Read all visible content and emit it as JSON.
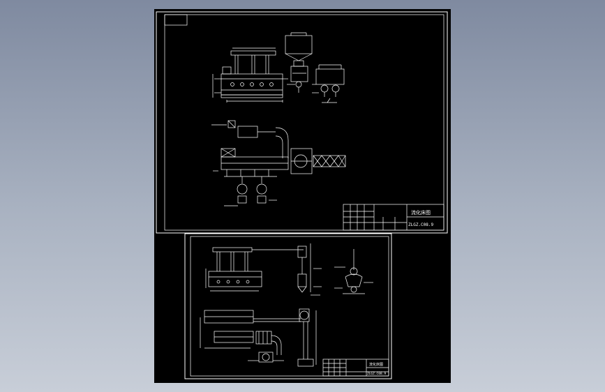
{
  "sheet_top": {
    "title_block": {
      "drawing_title": "流化床图",
      "drawing_number": "ZLGZ.C08.9"
    }
  },
  "sheet_bottom": {
    "title_block": {
      "drawing_title": "流化床图",
      "drawing_number": "ZLGZ.C08.9"
    }
  },
  "colors": {
    "page_background": "#9aa3b3",
    "drawing_background": "#000000",
    "line": "#ffffff"
  }
}
